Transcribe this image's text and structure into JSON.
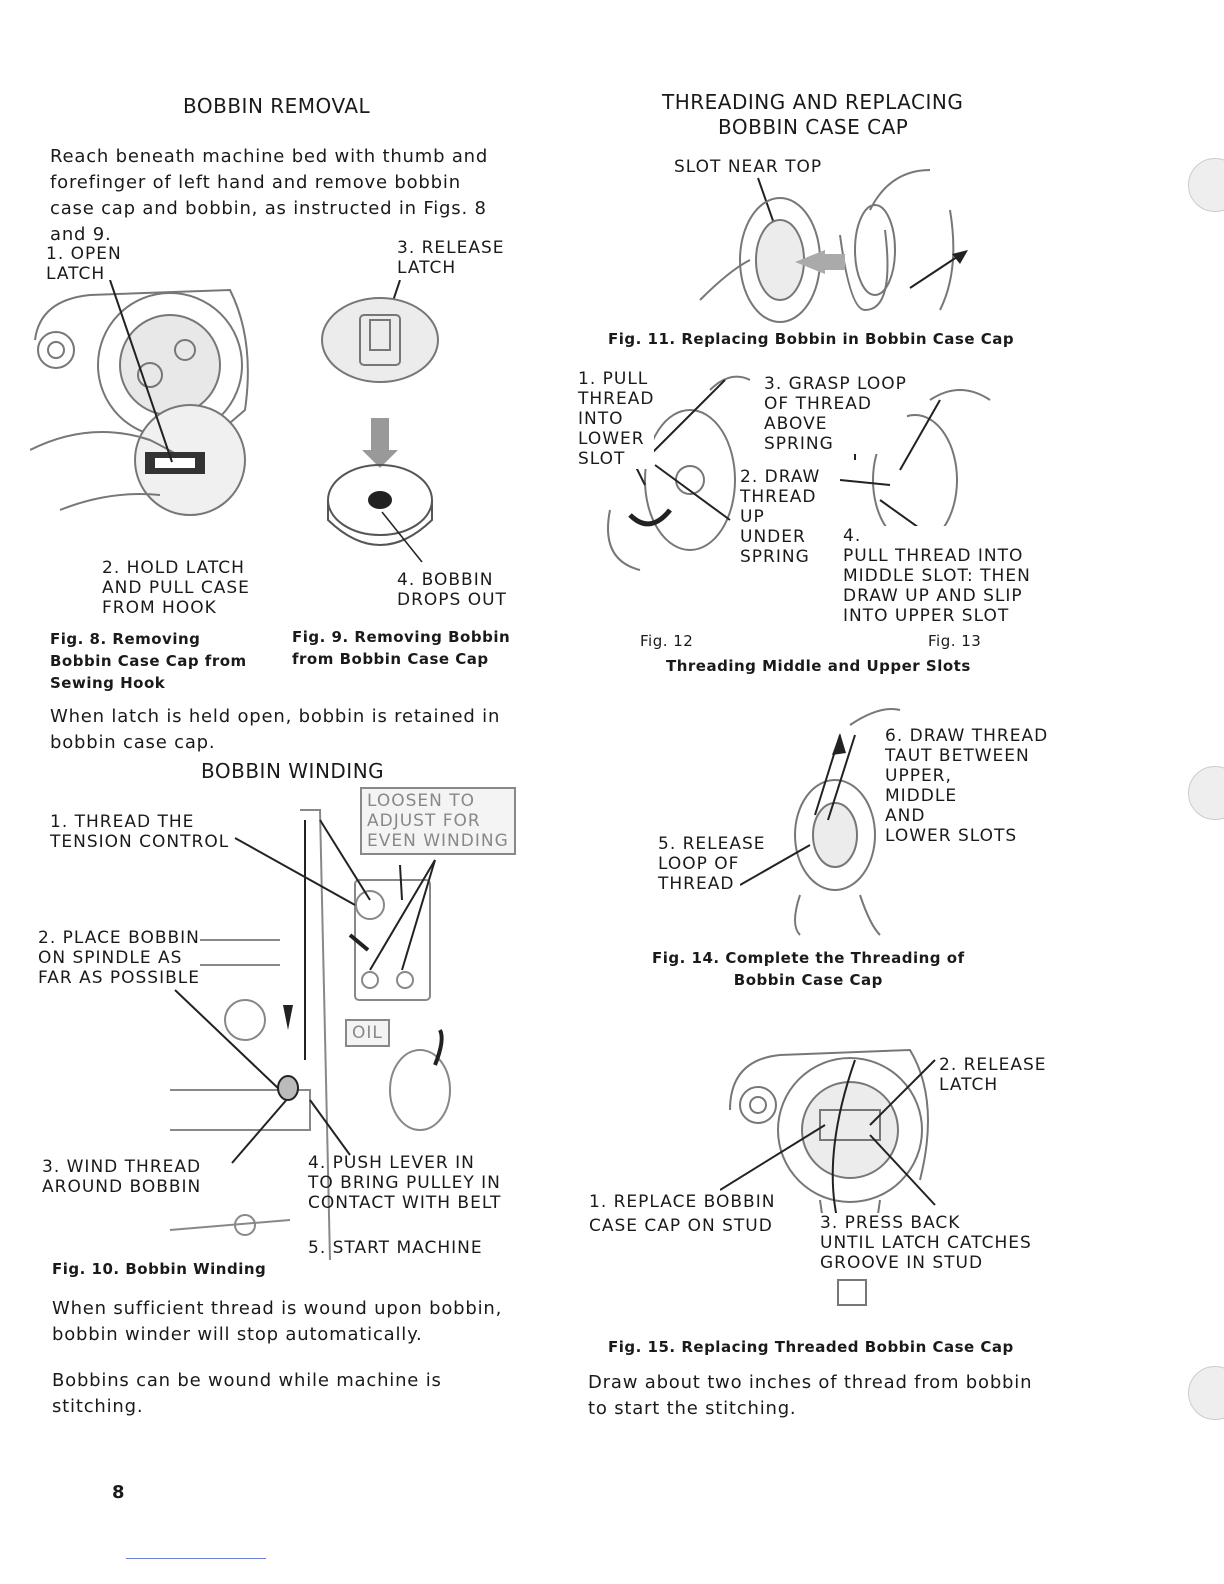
{
  "left": {
    "bobbin_removal": {
      "heading": "BOBBIN REMOVAL",
      "intro": "Reach beneath machine bed with thumb and forefinger of left hand and remove bobbin case cap and bobbin, as instructed in Figs. 8 and 9.",
      "labels": {
        "open_latch": "1. OPEN\nLATCH",
        "release_latch": "3. RELEASE\nLATCH",
        "hold_latch": "2. HOLD LATCH\nAND PULL CASE\nFROM HOOK",
        "bobbin_drops": "4. BOBBIN\nDROPS OUT"
      },
      "fig8_caption": "Fig. 8. Removing\nBobbin Case Cap from\nSewing Hook",
      "fig9_caption": "Fig. 9. Removing Bobbin\nfrom Bobbin Case Cap",
      "latch_note": "When latch is held open, bobbin is retained in bobbin case cap."
    },
    "bobbin_winding": {
      "heading": "BOBBIN WINDING",
      "labels": {
        "thread_tension": "1. THREAD THE\nTENSION CONTROL",
        "loosen": "LOOSEN TO\nADJUST FOR\nEVEN WINDING",
        "place_bobbin": "2. PLACE BOBBIN\nON SPINDLE AS\nFAR AS POSSIBLE",
        "oil": "OIL",
        "wind_thread": "3. WIND THREAD\nAROUND BOBBIN",
        "push_lever": "4. PUSH LEVER IN\nTO BRING PULLEY IN\nCONTACT WITH BELT",
        "start_machine": "5. START MACHINE"
      },
      "fig10_caption": "Fig. 10. Bobbin Winding",
      "para1": "When sufficient thread is wound upon bobbin, bobbin winder will stop automatically.",
      "para2": "Bobbins can be wound while machine is stitching."
    },
    "page_number": "8"
  },
  "right": {
    "threading": {
      "heading_line1": "THREADING AND REPLACING",
      "heading_line2": "BOBBIN CASE CAP",
      "slot_near_top": "SLOT NEAR TOP",
      "fig11_caption": "Fig. 11. Replacing Bobbin in Bobbin Case Cap",
      "labels": {
        "pull_thread": "1. PULL\nTHREAD\nINTO\nLOWER\nSLOT",
        "draw_thread": "2. DRAW\nTHREAD\nUP\nUNDER\nSPRING",
        "grasp_loop": "3. GRASP LOOP\n OF THREAD\n ABOVE\n SPRING",
        "pull_middle": "4.\nPULL THREAD INTO\nMIDDLE SLOT: THEN\nDRAW UP AND SLIP\nINTO UPPER SLOT"
      },
      "fig12_label": "Fig. 12",
      "fig13_label": "Fig. 13",
      "fig12_13_caption": "Threading Middle and Upper Slots",
      "fig14_labels": {
        "release_loop": "5. RELEASE\nLOOP OF\nTHREAD",
        "draw_taut": "6. DRAW THREAD\nTAUT BETWEEN\nUPPER,\nMIDDLE\nAND\nLOWER SLOTS"
      },
      "fig14_caption": "Fig. 14. Complete the Threading of\nBobbin Case Cap",
      "fig15_labels": {
        "release_latch": "2. RELEASE\nLATCH",
        "replace_cap": "1. REPLACE BOBBIN\nCASE CAP ON STUD",
        "press_back": "3. PRESS BACK\nUNTIL LATCH CATCHES\nGROOVE IN STUD"
      },
      "fig15_caption": "Fig. 15. Replacing Threaded Bobbin Case Cap",
      "final_note": "Draw about two inches of thread from bobbin to start the stitching."
    }
  }
}
